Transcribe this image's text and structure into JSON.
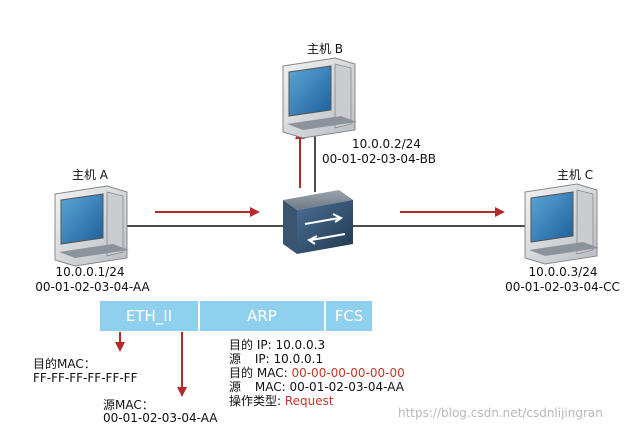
{
  "colors": {
    "arrow": "#b22a2a",
    "frame": "#8fd0ef",
    "highlight": "#c0392b"
  },
  "hosts": {
    "a": {
      "name": "主机 A",
      "ip": "10.0.0.1/24",
      "mac": "00-01-02-03-04-AA"
    },
    "b": {
      "name": "主机 B",
      "ip": "10.0.0.2/24",
      "mac": "00-01-02-03-04-BB"
    },
    "c": {
      "name": "主机 C",
      "ip": "10.0.0.3/24",
      "mac": "00-01-02-03-04-CC"
    }
  },
  "frame": {
    "eth": "ETH_II",
    "arp": "ARP",
    "fcs": "FCS"
  },
  "eth_fields": {
    "dst_label": "目的MAC：",
    "dst_value": "FF-FF-FF-FF-FF-FF",
    "src_label": "源MAC：",
    "src_value": "00-01-02-03-04-AA"
  },
  "arp_fields": {
    "dst_ip_label": "目的 IP:",
    "dst_ip_value": "10.0.0.3",
    "src_ip_label": "源",
    "src_ip_key": "IP:",
    "src_ip_value": "10.0.0.1",
    "dst_mac_label": "目的",
    "dst_mac_key": "MAC:",
    "dst_mac_value": "00-00-00-00-00-00",
    "src_mac_label": "源",
    "src_mac_key": "MAC:",
    "src_mac_value": "00-01-02-03-04-AA",
    "op_label": "操作类型:",
    "op_value": "Request"
  },
  "icons": [
    "computer-icon",
    "switch-icon",
    "arrow-icon"
  ],
  "watermark": "https://blog.csdn.net/csdnlijingran"
}
